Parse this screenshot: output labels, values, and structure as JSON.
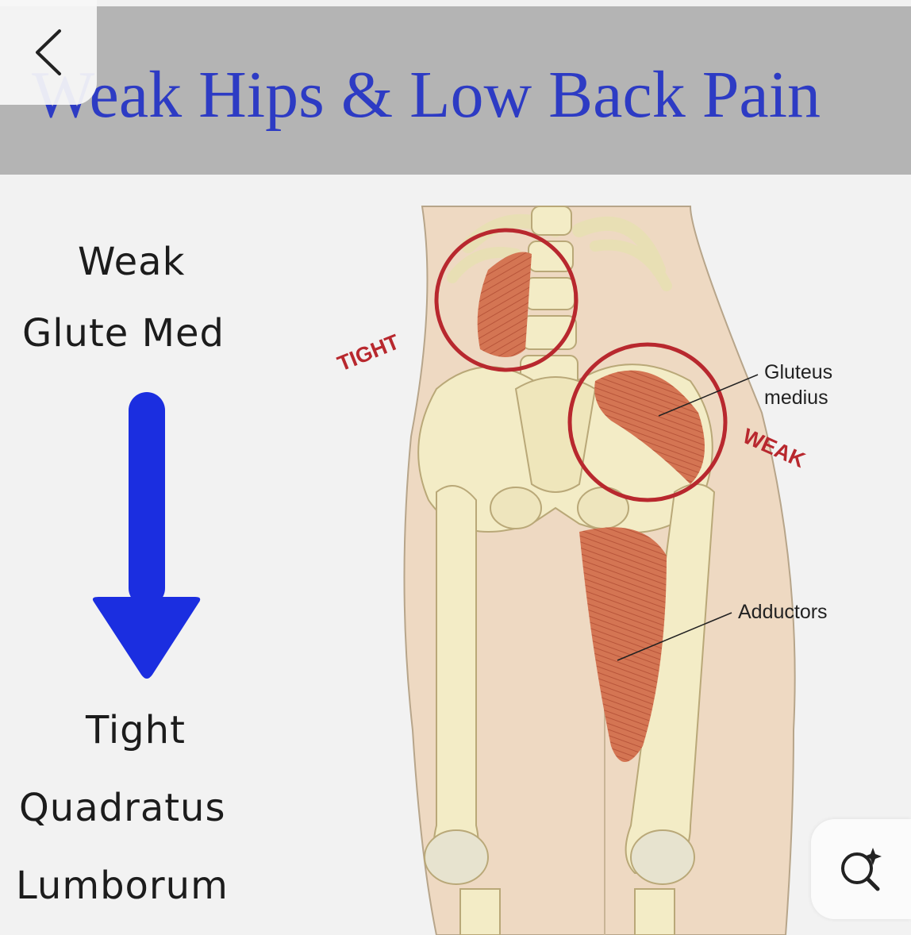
{
  "banner": {
    "title": "Weak Hips & Low Back Pain"
  },
  "left_panel": {
    "top_line1": "Weak",
    "top_line2": "Glute Med",
    "bottom_line1": "Tight",
    "bottom_line2": "Quadratus",
    "bottom_line3": "Lumborum",
    "arrow_color": "#1b2ee0"
  },
  "diagram": {
    "tight_label": "TIGHT",
    "weak_label": "WEAK",
    "gluteus_line1": "Gluteus",
    "gluteus_line2": "medius",
    "adductors_label": "Adductors",
    "circle_color": "#b8282e",
    "muscle_color": "#d2704f",
    "bone_color": "#f3ecc6",
    "skin_color": "#efdcc6"
  },
  "controls": {
    "back_icon": "chevron-left-icon",
    "lens_icon": "visual-search-icon"
  }
}
